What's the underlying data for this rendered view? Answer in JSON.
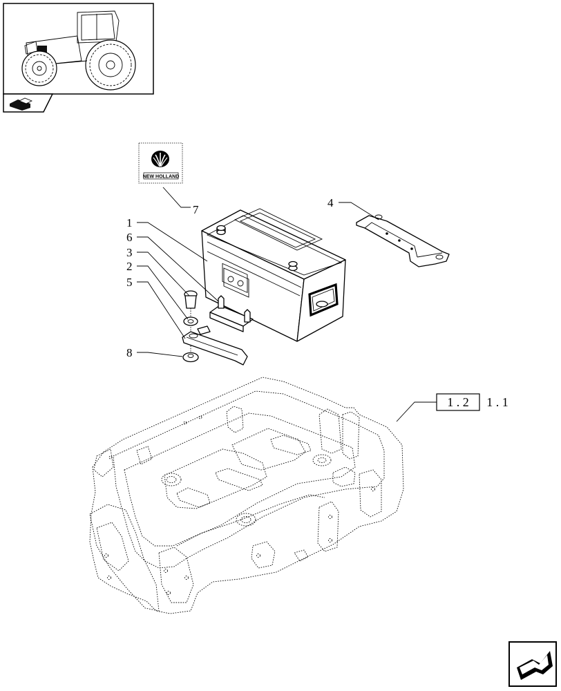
{
  "diagram": {
    "callouts": {
      "c1": "1",
      "c2": "2",
      "c3": "3",
      "c4": "4",
      "c5": "5",
      "c6": "6",
      "c7": "7",
      "c8": "8"
    },
    "reference": {
      "boxed": "1 . 2",
      "rest": "1 . 1"
    },
    "decal_text": "NEW HOLLAND"
  },
  "icons": {
    "thumbnail": "tractor-thumbnail",
    "section": "battery-section-icon",
    "next": "next-page-arrow-icon"
  }
}
